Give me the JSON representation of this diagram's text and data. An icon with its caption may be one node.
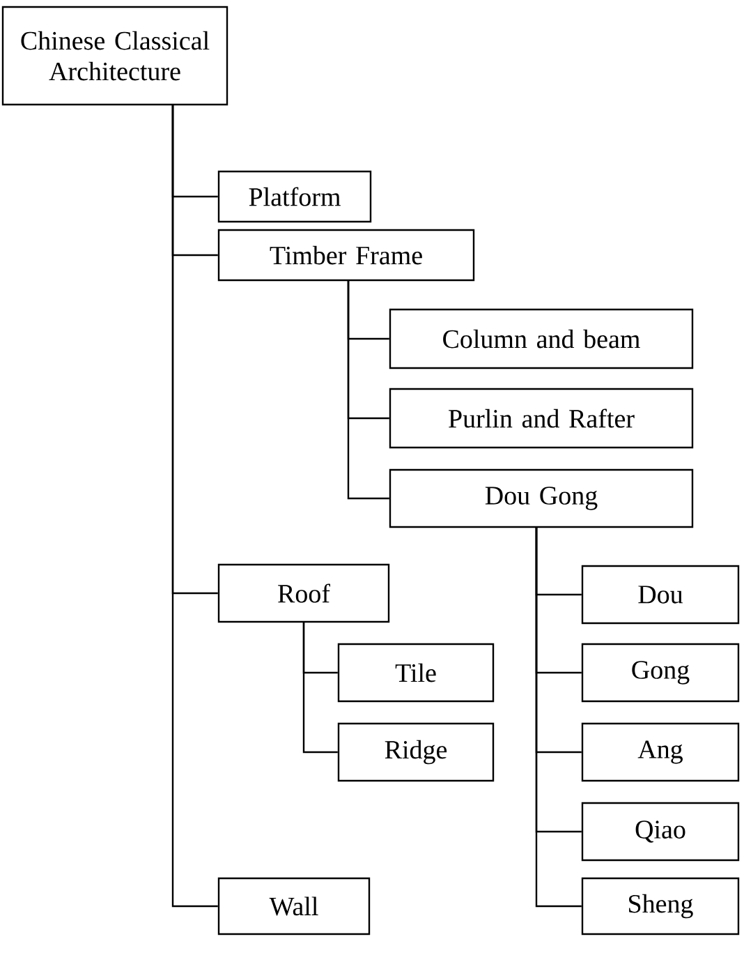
{
  "diagram": {
    "nodes": [
      {
        "text": [
          "Chinese Classical Architecture"
        ]
      },
      {
        "text": [
          "Platform"
        ]
      },
      {
        "text": [
          "Timber Frame"
        ]
      },
      {
        "text": [
          "Column and beam"
        ]
      },
      {
        "text": [
          "Purlin and Rafter"
        ]
      },
      {
        "text": [
          "Dou Gong"
        ]
      },
      {
        "text": [
          "Roof"
        ]
      },
      {
        "text": [
          "Tile"
        ]
      },
      {
        "text": [
          "Ridge"
        ]
      },
      {
        "text": [
          "Dou"
        ]
      },
      {
        "text": [
          "Gong"
        ]
      },
      {
        "text": [
          "Ang"
        ]
      },
      {
        "text": [
          "Qiao"
        ]
      },
      {
        "text": [
          "Sheng"
        ]
      },
      {
        "text": [
          "Wall"
        ]
      }
    ],
    "edges": [
      {
        "from": 0,
        "to": 1,
        "arrow": "none"
      },
      {
        "from": 0,
        "to": 2,
        "arrow": "none"
      },
      {
        "from": 2,
        "to": 3,
        "arrow": "none"
      },
      {
        "from": 2,
        "to": 4,
        "arrow": "none"
      },
      {
        "from": 2,
        "to": 5,
        "arrow": "none"
      },
      {
        "from": 0,
        "to": 6,
        "arrow": "none"
      },
      {
        "from": 6,
        "to": 7,
        "arrow": "none"
      },
      {
        "from": 6,
        "to": 8,
        "arrow": "none"
      },
      {
        "from": 5,
        "to": 9,
        "arrow": "none"
      },
      {
        "from": 5,
        "to": 10,
        "arrow": "none"
      },
      {
        "from": 5,
        "to": 11,
        "arrow": "none"
      },
      {
        "from": 5,
        "to": 12,
        "arrow": "none"
      },
      {
        "from": 5,
        "to": 13,
        "arrow": "none"
      },
      {
        "from": 0,
        "to": 14,
        "arrow": "none"
      }
    ]
  }
}
